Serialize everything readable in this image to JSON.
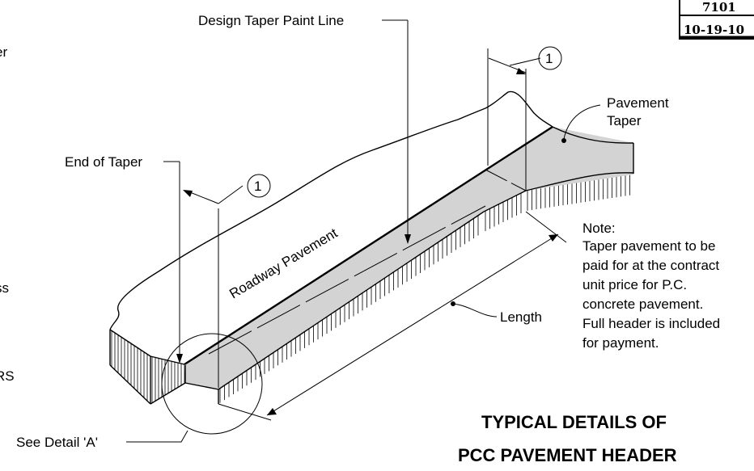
{
  "stamp": {
    "number": "7101",
    "date": "10-19-10"
  },
  "edge_fragments": {
    "top": "er",
    "middle": "ss",
    "bottom": "RS"
  },
  "labels": {
    "design_taper_paint_line": "Design Taper Paint Line",
    "end_of_taper": "End of Taper",
    "pavement_taper_line1": "Pavement",
    "pavement_taper_line2": "Taper",
    "roadway_pavement": "Roadway Pavement",
    "length": "Length",
    "see_detail": "See Detail 'A'",
    "callout_1": "1",
    "callout_2": "1"
  },
  "note": {
    "heading": "Note:",
    "lines": [
      "Taper pavement to be",
      "paid for at the contract",
      "unit price for P.C.",
      "concrete pavement.",
      "Full header is included",
      "for payment."
    ]
  },
  "title": {
    "line1": "TYPICAL DETAILS OF",
    "line2": "PCC PAVEMENT HEADER"
  },
  "colors": {
    "line": "#000000",
    "taper_fill": "#d3d3d3",
    "background": "#ffffff"
  }
}
